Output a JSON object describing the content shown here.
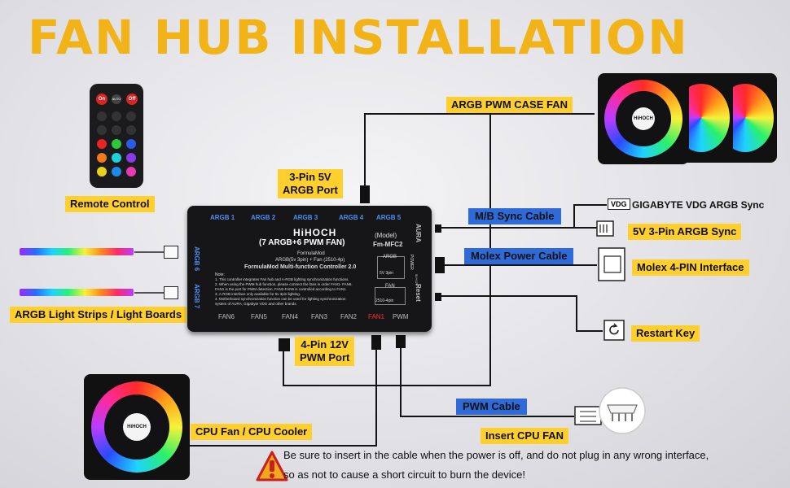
{
  "title": "FAN HUB INSTALLATION",
  "labels": {
    "remote": "Remote Control",
    "argb_case_fan": "ARGB PWM CASE FAN",
    "argb_port_line1": "3-Pin 5V",
    "argb_port_line2": "ARGB Port",
    "mb_sync": "M/B Sync Cable",
    "gigabyte": "GIGABYTE VDG ARGB Sync",
    "vdg": "VDG",
    "sync_5v": "5V 3-Pin ARGB Sync",
    "molex_cable": "Molex Power Cable",
    "molex_interface": "Molex 4-PIN Interface",
    "restart": "Restart Key",
    "strips": "ARGB Light Strips / Light Boards",
    "pwm_port_line1": "4-Pin 12V",
    "pwm_port_line2": "PWM Port",
    "cpu_fan": "CPU Fan / CPU Cooler",
    "pwm_cable": "PWM Cable",
    "insert_cpu": "Insert CPU FAN"
  },
  "warning": {
    "line1": "Be sure to insert in the cable when the power is off, and do not plug in any wrong interface,",
    "line2": "so as not to cause a short circuit to burn the device!"
  },
  "remote": {
    "on": "On",
    "auto": "AUTO",
    "off": "Off"
  },
  "hub": {
    "argb_ports": [
      "ARGB 1",
      "ARGB 2",
      "ARGB 3",
      "ARGB 4",
      "ARGB 5"
    ],
    "argb6": "ARGB 6",
    "argb7": "ARGB 7",
    "aura": "AURA",
    "reset": "Reset",
    "brand": "HiHOCH",
    "spec": "(7 ARGB+6 PWM FAN)",
    "model": "(Model)",
    "model_no": "Fm-MFC2",
    "formula": "FormulaMod",
    "ports_desc": "ARGB(5v 3pin) + Fan (2510-4p)",
    "controller": "FormulaMod Multi-function Controller 2.0",
    "note_title": "Note:",
    "notes": [
      "1. This controller integrates Fan hub and A-RGB lighting synchronization functions.",
      "2. When using the PWM hub function, please connect the fans in order FAN1- FAN6.",
      "FAN1 is the port for PWM detection, FAN2-FAN6 is controlled according to FAN1",
      "3. A-RGB interface only available for 5v 3pin lighting.",
      "4. Motherboard synchronization function can be used for lighting synchronization",
      "system of AURA, Gigabyte VDG and other brands."
    ],
    "argb_box": "ARGB",
    "argb_box_sub": "5V 3pin",
    "fan_box": "FAN",
    "fan_box_sub": "2510-4pin",
    "power": "POWER",
    "power_v": "5V+12V",
    "fan_ports": [
      "FAN6",
      "FAN5",
      "FAN4",
      "FAN3",
      "FAN2",
      "FAN1",
      "PWM"
    ],
    "fan1_color": "#ff3030"
  },
  "fan_brand": "HiHOCH",
  "colors": {
    "title": "#f2b318",
    "label_bg": "#ffcf2e",
    "blue_label_bg": "#2f6bd8",
    "hub_blue": "#4d8ff0"
  }
}
